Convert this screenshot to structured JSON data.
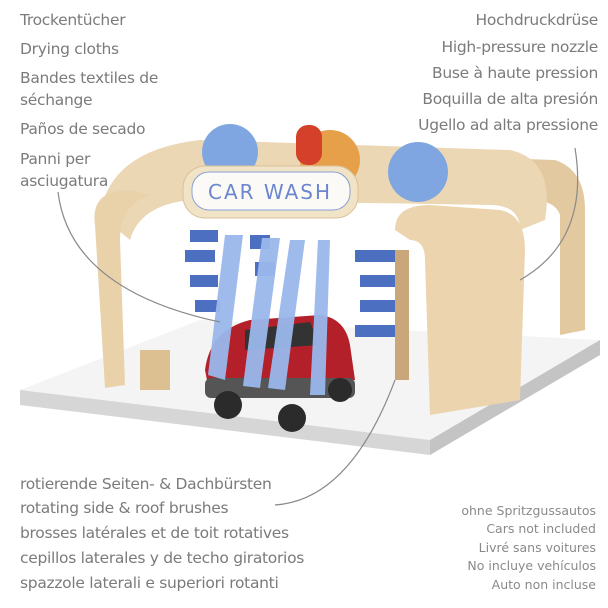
{
  "drying_cloths": [
    "Trockentücher",
    "Drying cloths",
    "Bandes textiles de",
    "séchange",
    "Paños de secado",
    "Panni per",
    "asciugatura"
  ],
  "nozzle": [
    "Hochdruckdrüse",
    "High-pressure nozzle",
    "Buse à haute pression",
    "Boquilla de alta presión",
    "Ugello ad alta pressione"
  ],
  "brushes": [
    "rotierende Seiten- & Dachbürsten",
    "rotating side & roof brushes",
    "brosses latérales et de toit rotatives",
    "cepillos laterales y de techo giratorios",
    "spazzole laterali e superiori rotanti"
  ],
  "cars_note": [
    "ohne Spritzgussautos",
    "Cars not included",
    "Livré sans voitures",
    "No incluye vehículos",
    "Auto non incluse"
  ],
  "sign_text": "CAR WASH",
  "colors": {
    "text": "#7b7b7b",
    "wood": "#e8d2ad",
    "felt_blue": "#7fa6e0",
    "car_red": "#b3202a",
    "nozzle_red": "#d4402a"
  }
}
